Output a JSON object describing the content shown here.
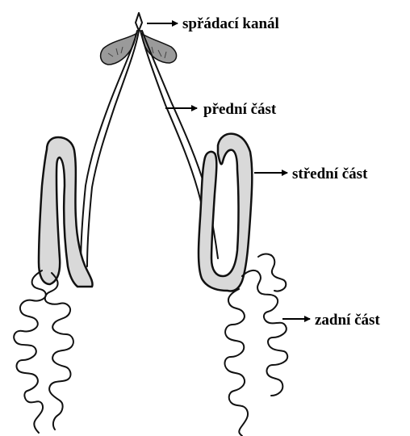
{
  "labels": {
    "spinneret": "spřádací kanál",
    "anterior": "přední část",
    "middle": "střední část",
    "posterior": "zadní část"
  },
  "colors": {
    "gland_fill": "#d9d9d9",
    "gland_outline": "#111111",
    "reservoir_fill": "#a8a8a8",
    "text": "#000000"
  }
}
